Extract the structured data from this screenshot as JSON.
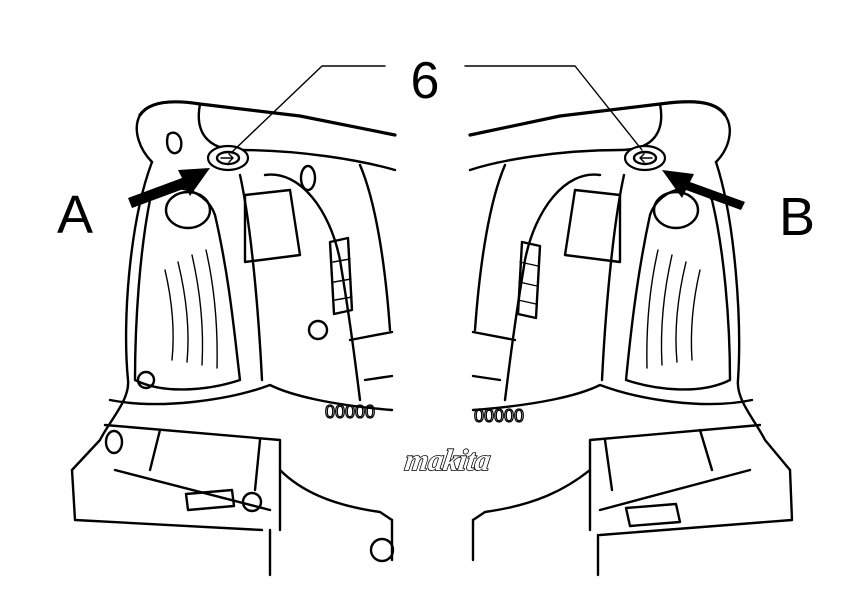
{
  "labels": {
    "callout": "6",
    "left_side": "A",
    "right_side": "B"
  },
  "markings": {
    "left_panel_code": "00000",
    "right_panel_code": "00000",
    "brand_logo": "makita"
  },
  "colors": {
    "ink": "#000000",
    "background": "#ffffff"
  }
}
